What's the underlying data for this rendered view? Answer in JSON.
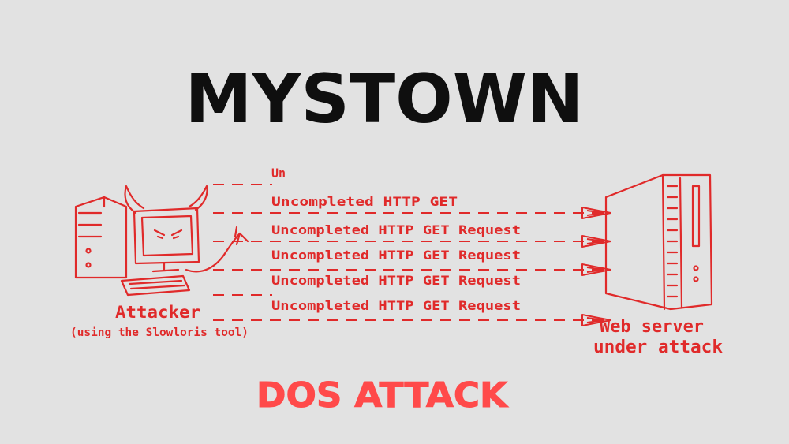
{
  "title": "MYSTOWN",
  "subtitle": "DOS ATTACK",
  "colors": {
    "background": "#e2e2e2",
    "ink": "#e02a2a",
    "title": "#0f0f0f",
    "subtitle": "#ff4a4a"
  },
  "attacker": {
    "label": "Attacker",
    "sublabel": "(using the Slowloris tool)"
  },
  "server": {
    "label_line1": "Web server",
    "label_line2": "under attack"
  },
  "requests": [
    "Un",
    "Uncompleted  HTTP  GET",
    "Uncompleted  HTTP  GET  Request",
    "Uncompleted  HTTP  GET  Request",
    "Uncompleted  HTTP  GET  Request",
    "Uncompleted  HTTP  GET  Request"
  ],
  "icons": [
    "desktop-tower-icon",
    "devil-monitor-icon",
    "keyboard-icon",
    "pitchfork-tail-icon",
    "server-tower-icon",
    "arrowhead-icon"
  ]
}
